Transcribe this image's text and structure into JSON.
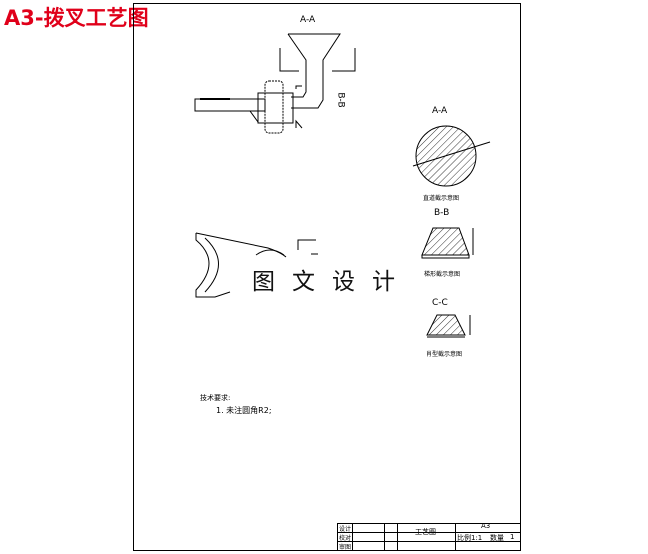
{
  "title": "A3-拨叉工艺图",
  "watermark": "图文设计",
  "views": {
    "main_section": "A-A",
    "side_section": "B-B",
    "aa": {
      "label": "A-A",
      "caption": "直道截示意图"
    },
    "bb": {
      "label": "B-B",
      "caption": "梯形截示意图"
    },
    "cc": {
      "label": "C-C",
      "caption": "肖型截示意图"
    }
  },
  "notes": {
    "heading": "技术要求:",
    "items": [
      "1. 未注圆角R2;"
    ]
  },
  "title_block": {
    "rows": [
      "设计",
      "校对",
      "审图"
    ],
    "name": "工艺图",
    "size": "A3",
    "scale": "比例1:1",
    "qty_label": "数量",
    "qty": "1"
  }
}
